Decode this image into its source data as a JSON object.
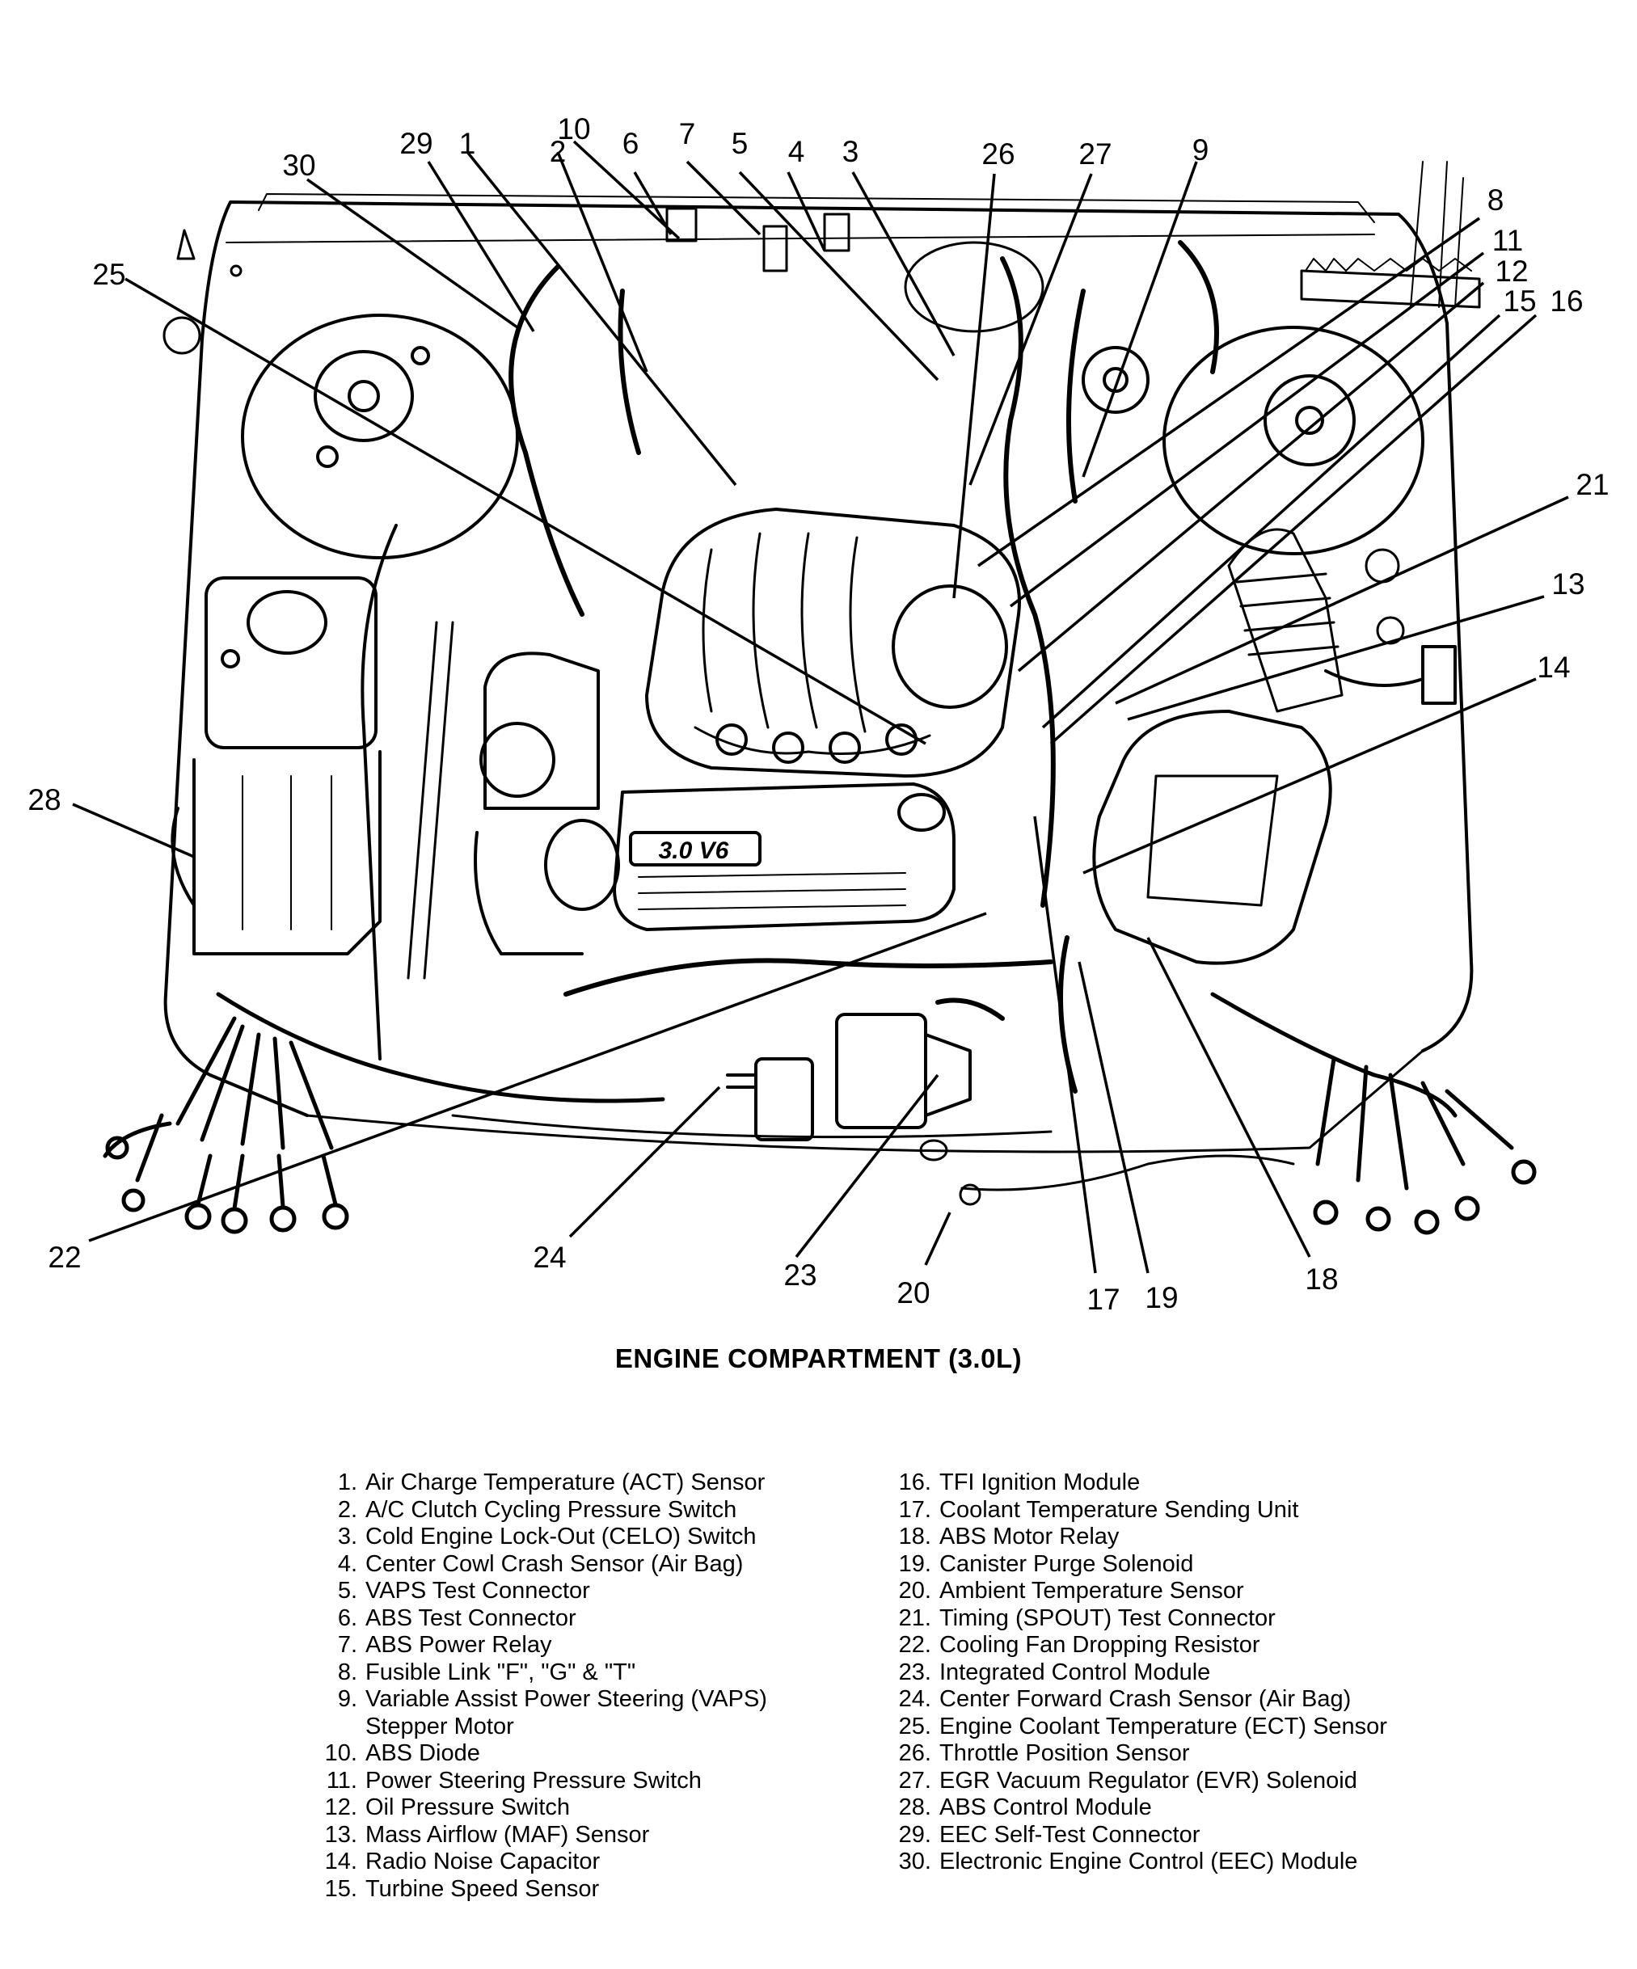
{
  "title": "ENGINE COMPARTMENT (3.0L)",
  "engine_badge": "3.0 V6",
  "legend_left": [
    {
      "n": "1.",
      "text": "Air Charge Temperature (ACT) Sensor"
    },
    {
      "n": "2.",
      "text": "A/C Clutch Cycling Pressure Switch"
    },
    {
      "n": "3.",
      "text": "Cold Engine Lock-Out (CELO) Switch"
    },
    {
      "n": "4.",
      "text": "Center Cowl Crash Sensor (Air Bag)"
    },
    {
      "n": "5.",
      "text": "VAPS Test Connector"
    },
    {
      "n": "6.",
      "text": "ABS Test Connector"
    },
    {
      "n": "7.",
      "text": "ABS Power Relay"
    },
    {
      "n": "8.",
      "text": "Fusible Link \"F\", \"G\" & \"T\""
    },
    {
      "n": "9.",
      "text": "Variable Assist Power Steering (VAPS) Stepper Motor"
    },
    {
      "n": "10.",
      "text": "ABS Diode"
    },
    {
      "n": "11.",
      "text": "Power Steering Pressure Switch"
    },
    {
      "n": "12.",
      "text": "Oil Pressure Switch"
    },
    {
      "n": "13.",
      "text": "Mass Airflow (MAF) Sensor"
    },
    {
      "n": "14.",
      "text": "Radio Noise Capacitor"
    },
    {
      "n": "15.",
      "text": "Turbine Speed Sensor"
    }
  ],
  "legend_right": [
    {
      "n": "16.",
      "text": "TFI Ignition Module"
    },
    {
      "n": "17.",
      "text": "Coolant Temperature Sending Unit"
    },
    {
      "n": "18.",
      "text": "ABS Motor Relay"
    },
    {
      "n": "19.",
      "text": "Canister Purge Solenoid"
    },
    {
      "n": "20.",
      "text": "Ambient Temperature Sensor"
    },
    {
      "n": "21.",
      "text": "Timing (SPOUT) Test Connector"
    },
    {
      "n": "22.",
      "text": "Cooling Fan Dropping Resistor"
    },
    {
      "n": "23.",
      "text": "Integrated Control Module"
    },
    {
      "n": "24.",
      "text": "Center Forward Crash Sensor (Air Bag)"
    },
    {
      "n": "25.",
      "text": "Engine Coolant Temperature (ECT) Sensor"
    },
    {
      "n": "26.",
      "text": "Throttle Position Sensor"
    },
    {
      "n": "27.",
      "text": "EGR Vacuum Regulator (EVR) Solenoid"
    },
    {
      "n": "28.",
      "text": "ABS Control Module"
    },
    {
      "n": "29.",
      "text": "EEC Self-Test Connector"
    },
    {
      "n": "30.",
      "text": "Electronic Engine Control (EEC) Module"
    }
  ],
  "callouts": [
    "1",
    "2",
    "3",
    "4",
    "5",
    "6",
    "7",
    "8",
    "9",
    "10",
    "11",
    "12",
    "13",
    "14",
    "15",
    "16",
    "17",
    "18",
    "19",
    "20",
    "21",
    "22",
    "23",
    "24",
    "25",
    "26",
    "27",
    "28",
    "29",
    "30"
  ]
}
